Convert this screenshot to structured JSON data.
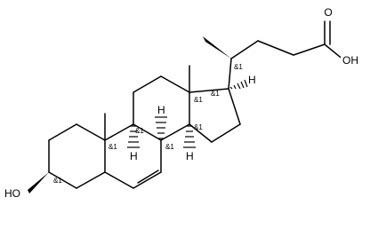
{
  "molecule": {
    "atom_labels": {
      "acid_oh": "OH",
      "carbonyl_o": "O",
      "hydroxyl": "HO",
      "h_c8": "H",
      "h_c9": "H",
      "h_c14": "H",
      "h_c17": "H"
    },
    "stereo_label": "&1",
    "colors": {
      "bonds": "#000000",
      "background": "#ffffff"
    }
  }
}
